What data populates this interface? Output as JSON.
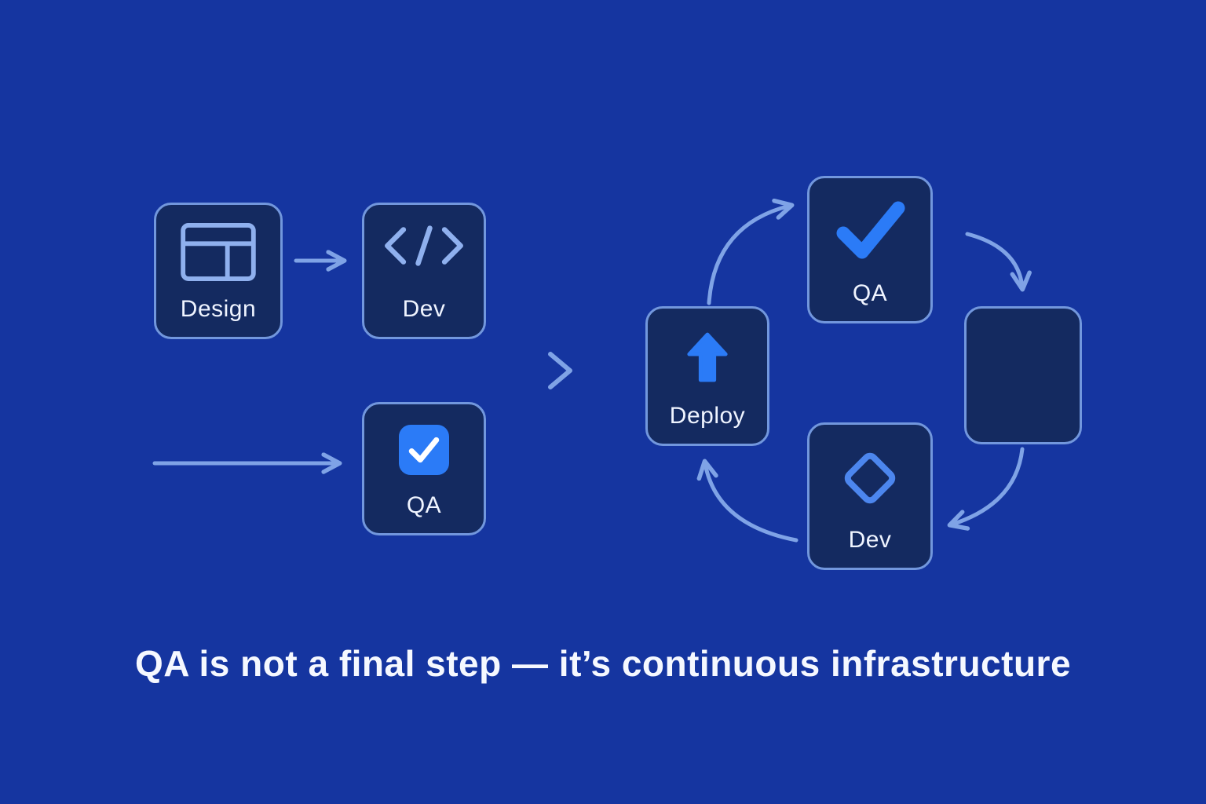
{
  "colors": {
    "background": "#1535A0",
    "box_fill": "#142A60",
    "box_border": "#7297DD",
    "arrow": "#7FA3E6",
    "accent": "#2B7BF7",
    "text": "#EFF4FF"
  },
  "linear_flow": {
    "design_label": "Design",
    "dev_label": "Dev",
    "qa_label": "QA",
    "icons": {
      "design": "browser-wireframe-icon",
      "dev": "code-brackets-icon",
      "qa": "checkmark-badge-icon"
    }
  },
  "cycle": {
    "deploy_label": "Deploy",
    "qa_label": "QA",
    "dev_label": "Dev",
    "icons": {
      "deploy": "arrow-up-icon",
      "qa": "checkmark-icon",
      "dev": "diamond-icon"
    }
  },
  "caption": "QA is not a final step — it’s continuous infrastructure"
}
